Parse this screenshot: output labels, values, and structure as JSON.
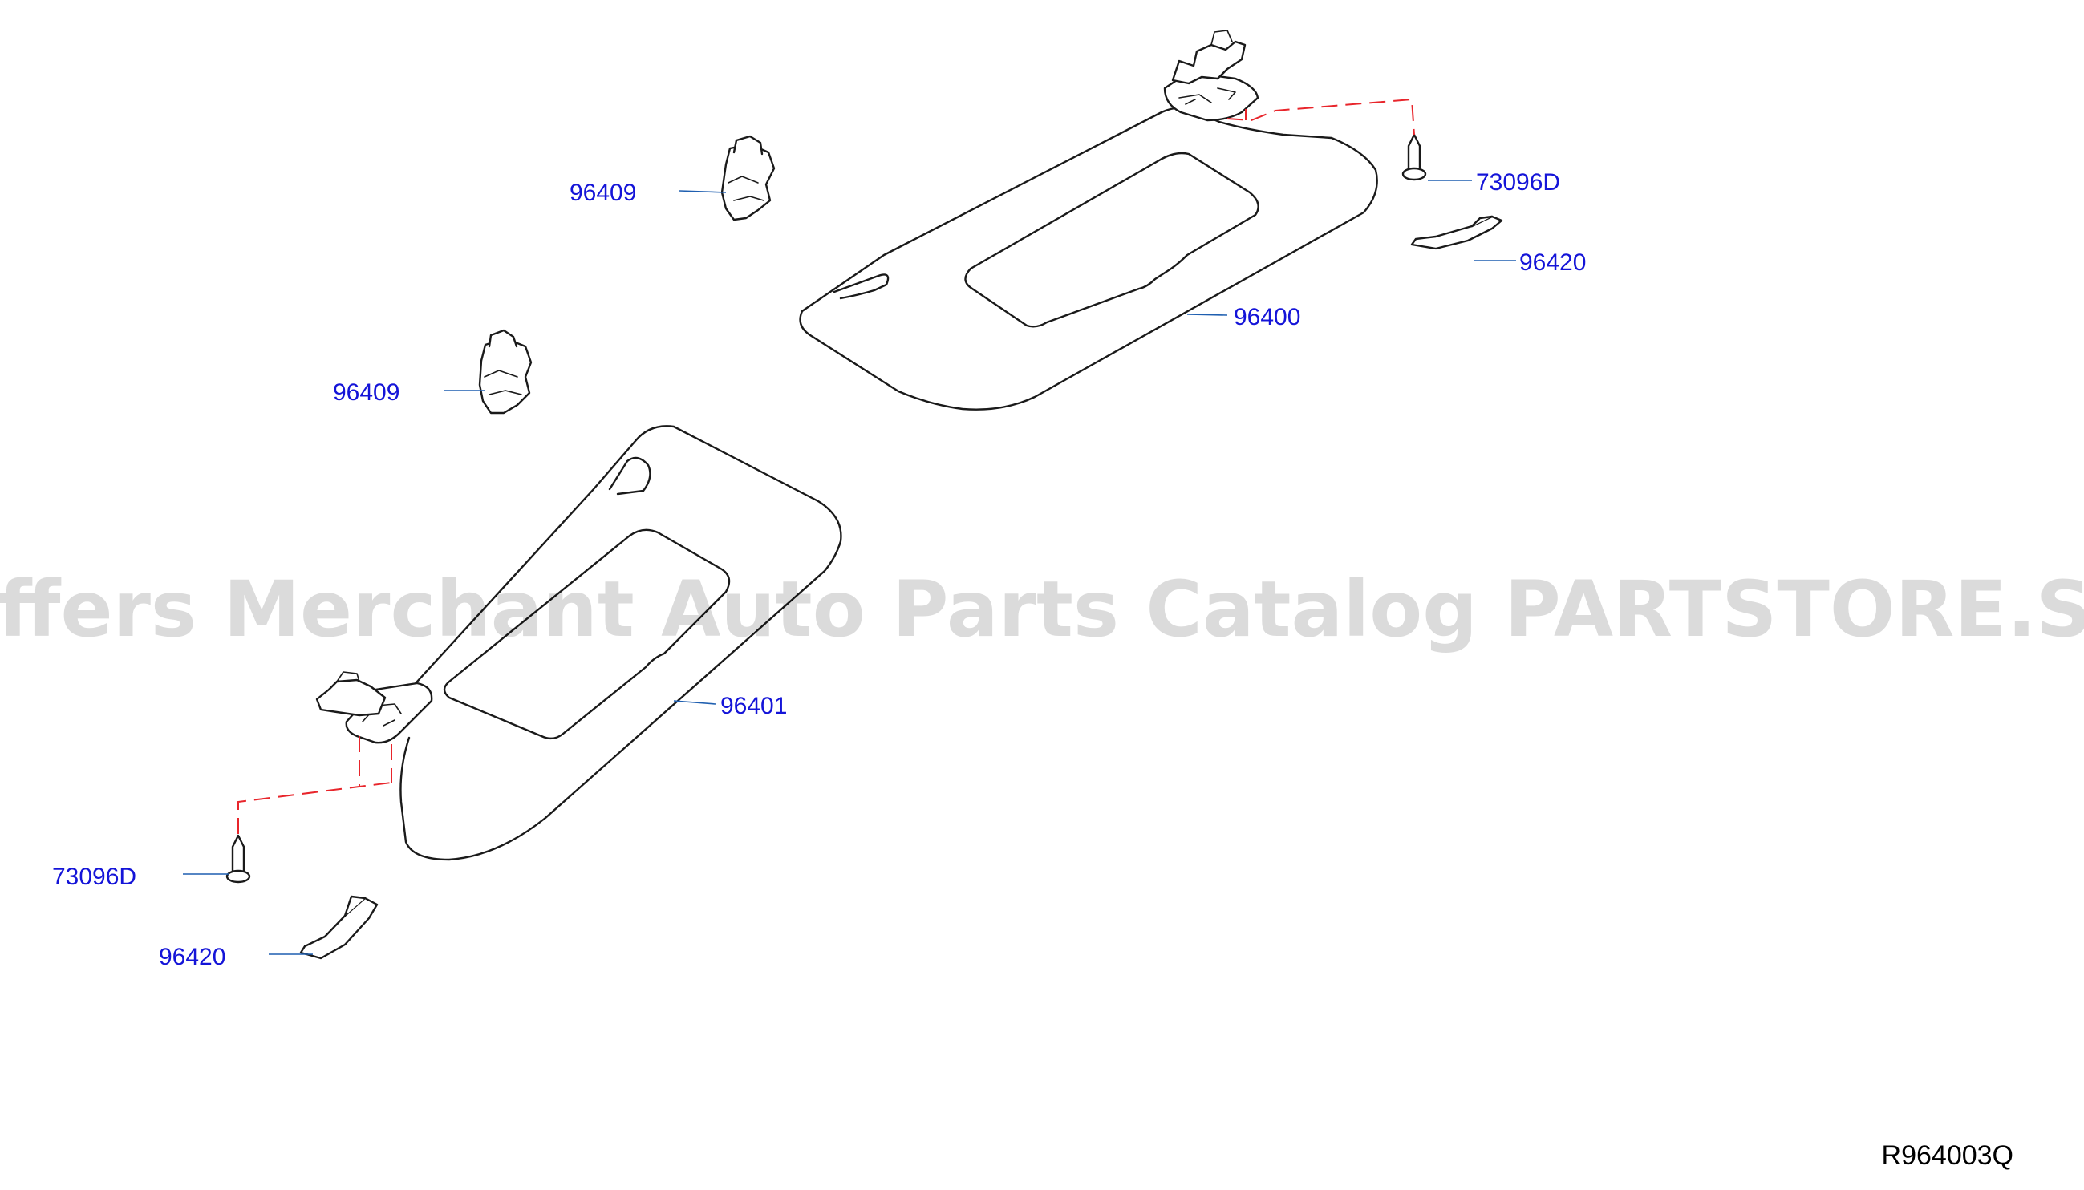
{
  "watermark": "Offers Merchant Auto Parts Catalog PARTSTORE.SA",
  "diagram_code": "R964003Q",
  "callouts": {
    "clip_upper": "96409",
    "clip_lower": "96409",
    "screw_upper": "73096D",
    "screw_lower": "73096D",
    "cover_upper": "96420",
    "cover_lower": "96420",
    "visor_right": "96400",
    "visor_left": "96401"
  },
  "colors": {
    "callout_text": "#1414d8",
    "leader_line": "#1f5fb0",
    "assembly_dash": "#e8252b",
    "part_outline": "#1a1a1a"
  }
}
